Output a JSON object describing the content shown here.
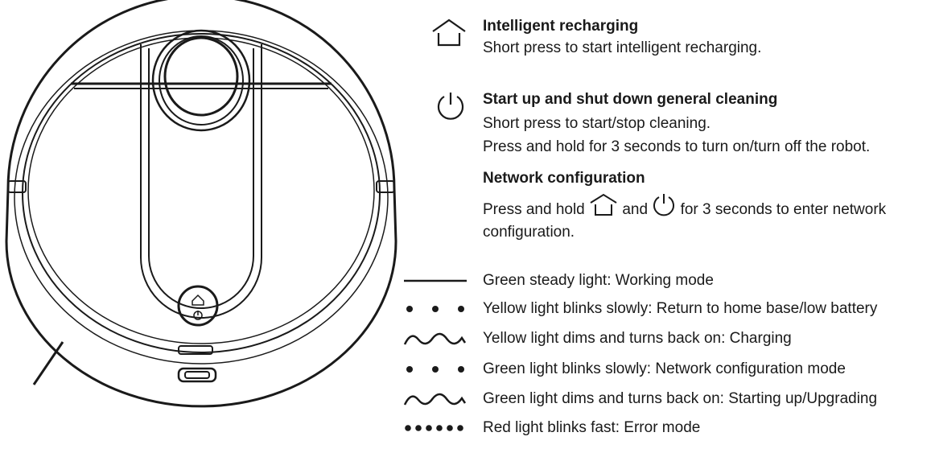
{
  "recharge": {
    "title": "Intelligent recharging",
    "desc": "Short press to start intelligent recharging.",
    "icon": "home-icon"
  },
  "power": {
    "title": "Start up and shut down general cleaning",
    "line1": "Short press to start/stop cleaning.",
    "line2": "Press and hold for 3 seconds to turn on/turn off the robot.",
    "icon": "power-icon"
  },
  "network": {
    "title": "Network configuration",
    "text_a": "Press and hold",
    "text_b": "and",
    "text_c": "for 3 seconds to enter network",
    "text_d": "configuration."
  },
  "legend": [
    {
      "pattern": "solid-line",
      "text": "Green steady light: Working mode"
    },
    {
      "pattern": "three-dots",
      "text": "Yellow light blinks slowly: Return to home base/low battery"
    },
    {
      "pattern": "wave",
      "text": "Yellow light dims and turns back on: Charging"
    },
    {
      "pattern": "three-dots",
      "text": "Green light blinks slowly: Network configuration mode"
    },
    {
      "pattern": "wave",
      "text": "Green light dims and turns back on: Starting up/Upgrading"
    },
    {
      "pattern": "six-dots",
      "text": "Red light blinks fast: Error mode"
    }
  ]
}
